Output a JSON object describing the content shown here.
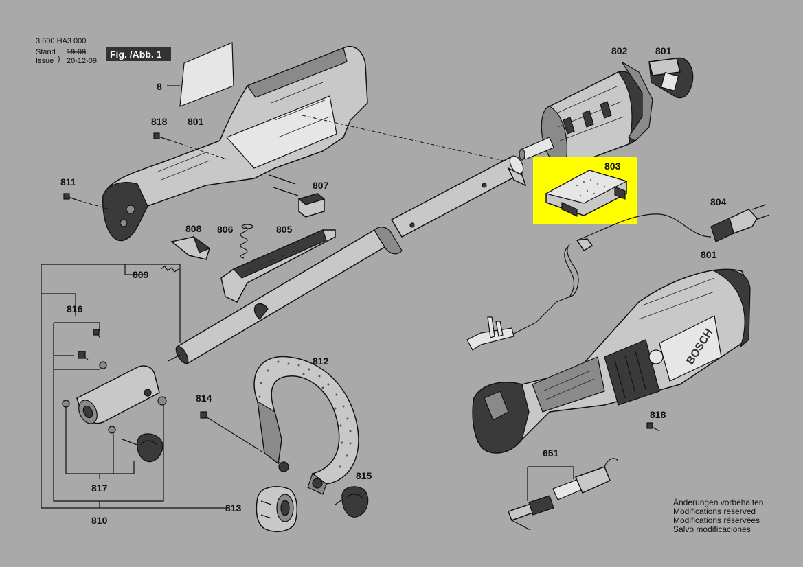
{
  "header": {
    "doc_number": "3 600 HA3 000",
    "stand_label": "Stand",
    "stand_value": "19-08",
    "issue_label": "Issue",
    "issue_value": "20-12-09",
    "figure_label": "Fig. /Abb. 1"
  },
  "callouts": {
    "c8": "8",
    "c818a": "818",
    "c801a": "801",
    "c811": "811",
    "c807": "807",
    "c808": "808",
    "c806": "806",
    "c805": "805",
    "c809": "809",
    "c816": "816",
    "c817": "817",
    "c810": "810",
    "c814": "814",
    "c812": "812",
    "c813": "813",
    "c815": "815",
    "c802": "802",
    "c801b": "801",
    "c803": "803",
    "c804": "804",
    "c801c": "801",
    "c818b": "818",
    "c651": "651"
  },
  "brand_mark": "BOSCH",
  "highlight": {
    "part": "803",
    "color": "#ffff00"
  },
  "notes": [
    "Änderungen vorbehalten",
    "Modifications reserved",
    "Modifications réservées",
    "Salvo modificaciones"
  ]
}
